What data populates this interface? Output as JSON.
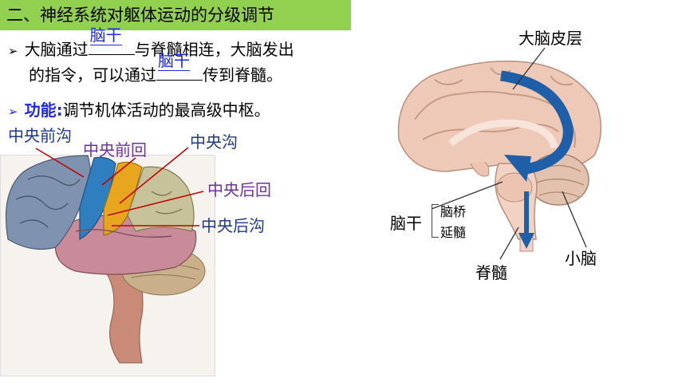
{
  "header": {
    "title": "二、神经系统对躯体运动的分级调节"
  },
  "bullets": {
    "line1_a": "大脑通过",
    "line1_fill": "脑干",
    "line1_b": "与脊髓相连，大脑发出",
    "line2_a": "的指令，可以通过",
    "line2_fill": "脑干",
    "line2_b": "传到脊髓。",
    "func_label": "功能:",
    "func_text": "调节机体活动的最高级中枢。"
  },
  "lateral_brain_labels": {
    "precentral_sulcus": "中央前沟",
    "precentral_gyrus": "中央前回",
    "central_sulcus": "中央沟",
    "postcentral_gyrus": "中央后回",
    "postcentral_sulcus": "中央后沟"
  },
  "sagittal_brain_labels": {
    "cortex": "大脑皮层",
    "brainstem": "脑干",
    "pons": "脑桥",
    "medulla": "延髓",
    "spinal_cord": "脊髓",
    "cerebellum": "小脑"
  },
  "colors": {
    "title_bg": "#92d050",
    "fill_blue": "#1f2be0",
    "arrow_blue": "#1f5fa8",
    "label_line": "#c00000"
  }
}
